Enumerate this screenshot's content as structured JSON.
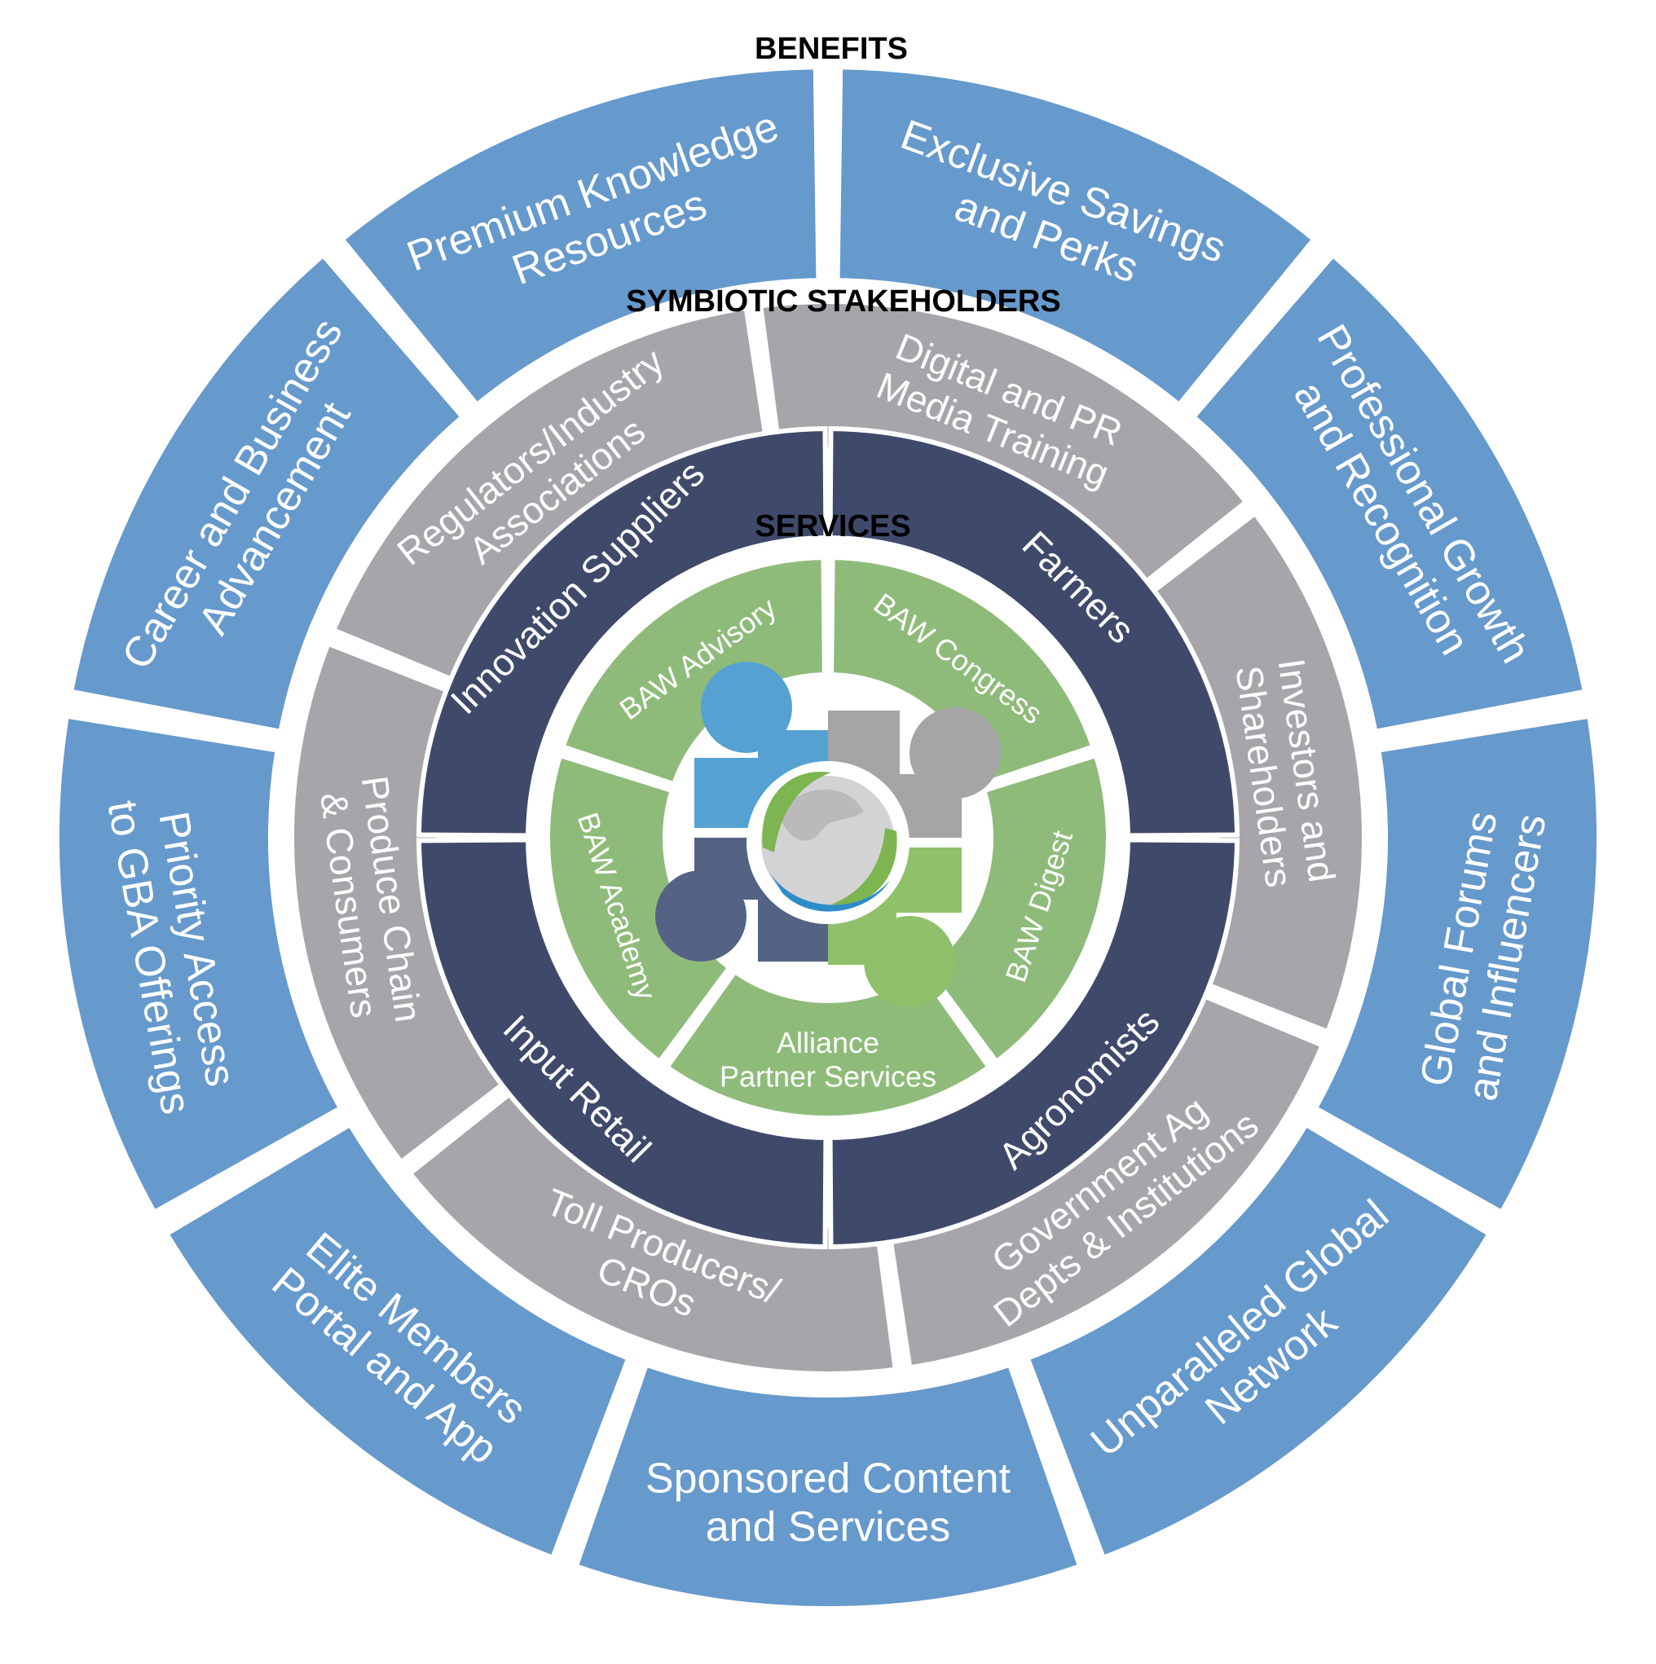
{
  "colors": {
    "benefits": "#6699CC",
    "stakeholders_outer": "#A6A6AA",
    "stakeholders_inner": "#3F4A6B",
    "services": "#8FBB7A",
    "logo_blue": "#55A2D2",
    "logo_gray": "#A5A5A8",
    "logo_slate": "#546383",
    "logo_green": "#8FC06A",
    "logo_leaf": "#7DB550",
    "logo_hand": "#2F8CC9"
  },
  "titles": {
    "benefits": "BENEFITS",
    "stakeholders": "SYMBIOTIC STAKEHOLDERS",
    "services": "SERVICES"
  },
  "benefits": [
    {
      "label": [
        "Exclusive Savings",
        "and Perks"
      ]
    },
    {
      "label": [
        "Professional Growth",
        "and Recognition"
      ]
    },
    {
      "label": [
        "Global Forums",
        "and Influencers"
      ]
    },
    {
      "label": [
        "Unparalleled Global",
        "Network"
      ]
    },
    {
      "label": [
        "Sponsored Content",
        "and Services"
      ]
    },
    {
      "label": [
        "Elite Members",
        "Portal and App"
      ]
    },
    {
      "label": [
        "Priority Access",
        "to GBA Offerings"
      ]
    },
    {
      "label": [
        "Career and Business",
        "Advancement"
      ]
    },
    {
      "label": [
        "Premium Knowledge",
        "Resources"
      ]
    }
  ],
  "stakeholders_outer": [
    {
      "label": [
        "Digital and PR",
        "Media Training"
      ]
    },
    {
      "label": [
        "Investors and",
        "Shareholders"
      ]
    },
    {
      "label": [
        "Government Ag",
        "Depts & Institutions"
      ]
    },
    {
      "label": [
        "Toll Producers/",
        "CROs"
      ]
    },
    {
      "label": [
        "Produce Chain",
        "& Consumers"
      ]
    },
    {
      "label": [
        "Regulators/Industry",
        "Associations"
      ]
    }
  ],
  "stakeholders_inner": [
    {
      "label": [
        "Farmers"
      ]
    },
    {
      "label": [
        "Agronomists"
      ]
    },
    {
      "label": [
        "Input Retail"
      ]
    },
    {
      "label": [
        "Innovation Suppliers"
      ]
    }
  ],
  "services": [
    {
      "label": [
        "BAW Congress"
      ]
    },
    {
      "label": [
        "BAW Digest"
      ]
    },
    {
      "label": [
        "Alliance",
        "Partner Services"
      ]
    },
    {
      "label": [
        "BAW Academy"
      ]
    },
    {
      "label": [
        "BAW Advisory"
      ]
    }
  ],
  "logo": {
    "icon": "globe-in-hands-people-circle-icon"
  }
}
